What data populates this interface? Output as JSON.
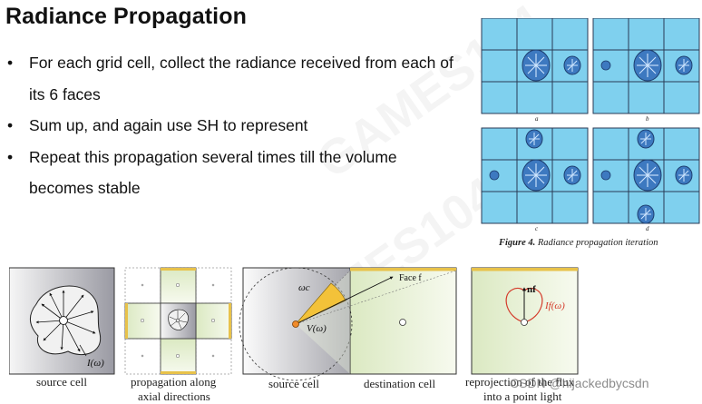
{
  "slide": {
    "title": "Radiance Propagation",
    "bullets": [
      "For each grid cell, collect the radiance received from each of its 6 faces",
      "Sum up, and again use SH to represent",
      "Repeat this propagation several times till the volume becomes stable"
    ]
  },
  "figure4": {
    "panel_labels": [
      "a",
      "b",
      "c",
      "d"
    ],
    "caption_label": "Figure 4.",
    "caption_text": "Radiance propagation iteration",
    "colors": {
      "cell_fill": "#7fd0ee",
      "grid_line": "#2a3a55",
      "blob": "#3d79c0"
    }
  },
  "bottom_figure": {
    "labels": {
      "source_cell_1": "source cell",
      "propagation_line1": "propagation along",
      "propagation_line2": "axial directions",
      "source_cell_2": "source cell",
      "destination_cell": "destination cell",
      "reprojection_line1": "reprojection of the flux",
      "reprojection_line2": "into a point light"
    },
    "math": {
      "intensity": "I(ω)",
      "omega_c": "ωc",
      "v_omega": "V(ω)",
      "face_f": "Face f",
      "normal": "nf",
      "intensity_f": "If(ω)"
    }
  },
  "watermark": {
    "csdn": "CSDN @hijackedbycsdn",
    "background": "GAMES104"
  }
}
